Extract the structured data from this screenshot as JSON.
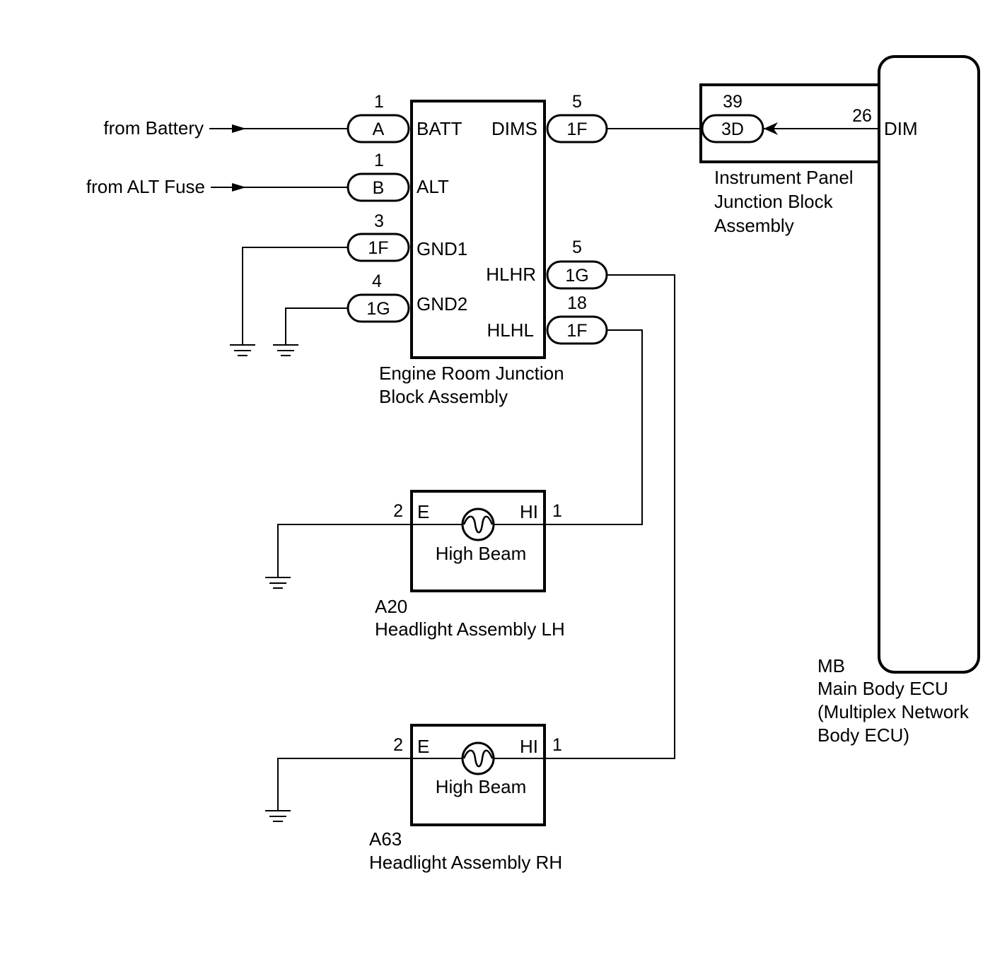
{
  "inputs": {
    "battery": "from Battery",
    "alt_fuse": "from ALT Fuse"
  },
  "engine_room_jb": {
    "name_line1": "Engine Room Junction",
    "name_line2": "Block Assembly",
    "terminals": {
      "batt": "BATT",
      "alt": "ALT",
      "gnd1": "GND1",
      "gnd2": "GND2",
      "dims": "DIMS",
      "hlhr": "HLHR",
      "hlhl": "HLHL"
    },
    "connectors": {
      "batt": {
        "connector": "A",
        "pin": "1"
      },
      "alt": {
        "connector": "B",
        "pin": "1"
      },
      "gnd1": {
        "connector": "1F",
        "pin": "3"
      },
      "gnd2": {
        "connector": "1G",
        "pin": "4"
      },
      "dims": {
        "connector": "1F",
        "pin": "5"
      },
      "hlhr": {
        "connector": "1G",
        "pin": "5"
      },
      "hlhl": {
        "connector": "1F",
        "pin": "18"
      }
    }
  },
  "instrument_panel_jb": {
    "name_line1": "Instrument Panel",
    "name_line2": "Junction Block",
    "name_line3": "Assembly",
    "connector": "3D",
    "pin": "39"
  },
  "main_body_ecu": {
    "code": "MB",
    "name_line1": "Main Body ECU",
    "name_line2": "(Multiplex Network",
    "name_line3": "Body ECU)",
    "terminal": "DIM",
    "pin": "26"
  },
  "headlight_lh": {
    "code": "A20",
    "name": "Headlight Assembly LH",
    "bulb_label": "High Beam",
    "term_e": "E",
    "term_hi": "HI",
    "pin_e": "2",
    "pin_hi": "1"
  },
  "headlight_rh": {
    "code": "A63",
    "name": "Headlight Assembly RH",
    "bulb_label": "High Beam",
    "term_e": "E",
    "term_hi": "HI",
    "pin_e": "2",
    "pin_hi": "1"
  }
}
